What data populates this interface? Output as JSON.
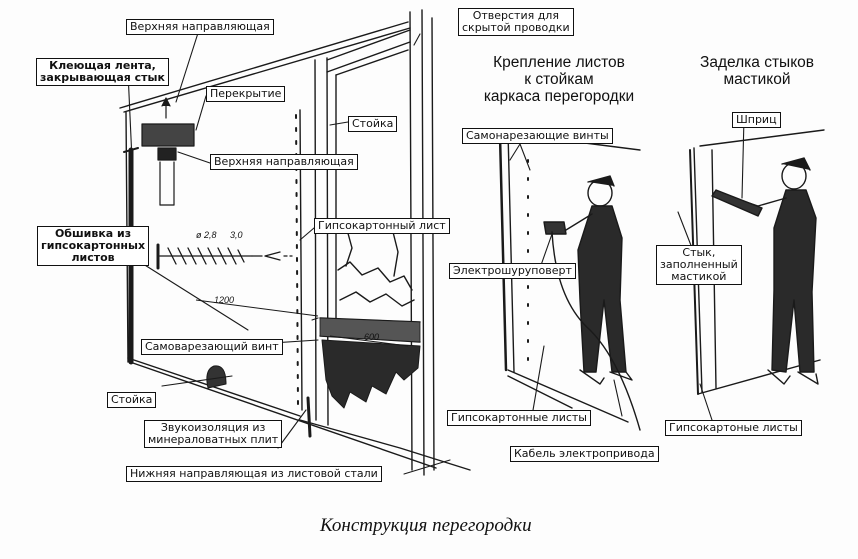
{
  "caption": "Конструкция перегородки",
  "headings": {
    "fastening": [
      "Крепление листов",
      "к стойкам",
      "каркаса перегородки"
    ],
    "sealing": [
      "Заделка стыков",
      "мастикой"
    ]
  },
  "labels": {
    "top_guide": "Верхняя направляющая",
    "hidden_wiring_holes": [
      "Отверстия для",
      "скрытой проводки"
    ],
    "adhesive_tape": [
      "Клеющая лента,",
      "закрывающая стык"
    ],
    "ceiling": "Перекрытие",
    "stud_upper": "Стойка",
    "top_guide_detail": "Верхняя направляющая",
    "gypsum_sheet": "Гипсокартонный лист",
    "sheathing": [
      "Обшивка из",
      "гипсокартонных",
      "листов"
    ],
    "screw_left": "Самоварезающий винт",
    "stud_lower": "Стойка",
    "sound_insulation": [
      "Звукоизоляция из",
      "минераловатных плит"
    ],
    "bottom_guide": "Нижняя направляющая из листовой стали",
    "self_tapping_screws": "Самонарезающие винты",
    "screwdriver": "Электрошуруповерт",
    "gypsum_sheets_mid": "Гипсокартонные листы",
    "drive_cable": "Кабель электропривода",
    "syringe": "Шприц",
    "joint_filled": [
      "Стык,",
      "заполненный",
      "мастикой"
    ],
    "gypsum_sheets_right": "Гипсокартоные листы"
  },
  "dimensions": {
    "screw_d1": "ø 2,8",
    "screw_d2": "3,0",
    "width_1200": "1200",
    "width_600": "600"
  }
}
